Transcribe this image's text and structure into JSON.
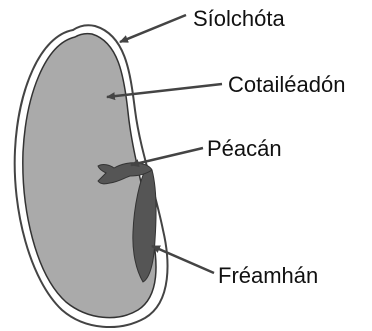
{
  "labels": {
    "seed_coat": "Síolchóta",
    "cotyledon": "Cotailéadón",
    "plumule": "Péacán",
    "radicle": "Fréamhán"
  },
  "colors": {
    "cotyledon_fill": "#aaaaaa",
    "embryo_fill": "#555555",
    "outline": "#333333",
    "arrow": "#444444",
    "text": "#111111"
  }
}
